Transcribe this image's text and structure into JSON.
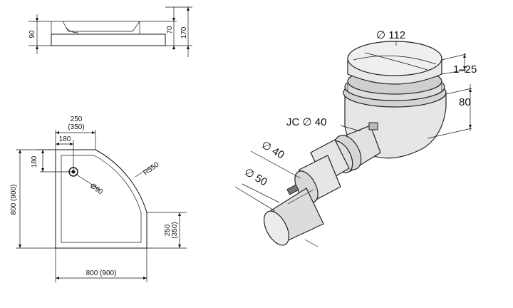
{
  "tray_section": {
    "labels": {
      "depth_inner": "90",
      "depth_rim": "70",
      "height_total": "170"
    }
  },
  "tray_plan": {
    "labels": {
      "drain_offset_top": "250",
      "drain_offset_top_alt": "(350)",
      "drain_center_x": "180",
      "drain_center_y": "180",
      "drain_diameter": "Ø90",
      "radius": "R550",
      "width": "800 (900)",
      "depth": "800 (900)",
      "side_straight": "250",
      "side_straight_alt": "(350)"
    }
  },
  "siphon": {
    "labels": {
      "cover_diameter": "∅ 112",
      "adjust_range": "1–25",
      "height": "80",
      "outlet_jc": "JC ∅ 40",
      "pipe_inner": "∅ 40",
      "pipe_outer": "∅ 50"
    }
  },
  "colors": {
    "line": "#111111",
    "part_fill": "#e6e6e6",
    "part_shade": "#c9c9c9"
  }
}
